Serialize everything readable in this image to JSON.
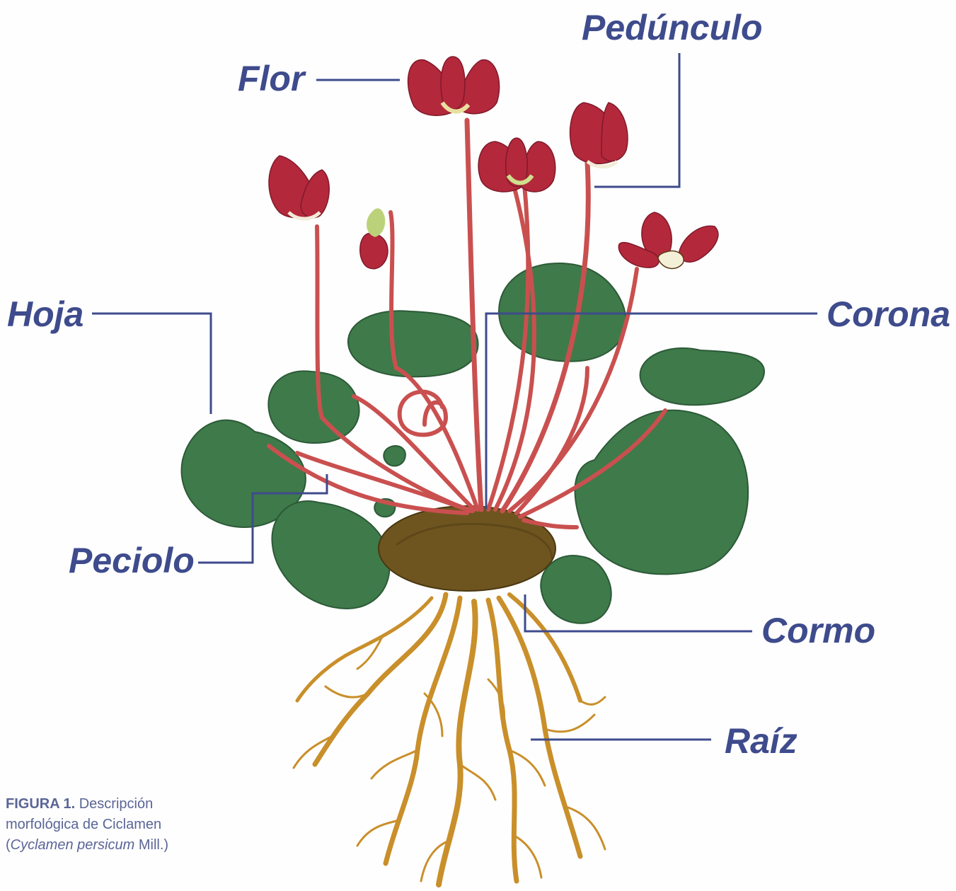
{
  "labels": {
    "flor": "Flor",
    "peduncle": "Pedúnculo",
    "hoja": "Hoja",
    "corona": "Corona",
    "peciolo": "Peciolo",
    "cormo": "Cormo",
    "raiz": "Raíz"
  },
  "caption": {
    "label": "FIGURA 1.",
    "line1": "Descripción",
    "line2": "morfológica de Ciclamen",
    "open": "(",
    "species": "Cyclamen persicum",
    "author": " Mill.)"
  },
  "colors": {
    "label_text": "#3e4b8c",
    "leader_line": "#3e4b8c",
    "caption_text": "#5a6596",
    "leaf": "#3f7a4a",
    "leaf_dark": "#2c5a37",
    "petal": "#b4283b",
    "petal_dark": "#7e1a2a",
    "stem": "#c9504f",
    "corm": "#6e5520",
    "root": "#c98f2a"
  }
}
